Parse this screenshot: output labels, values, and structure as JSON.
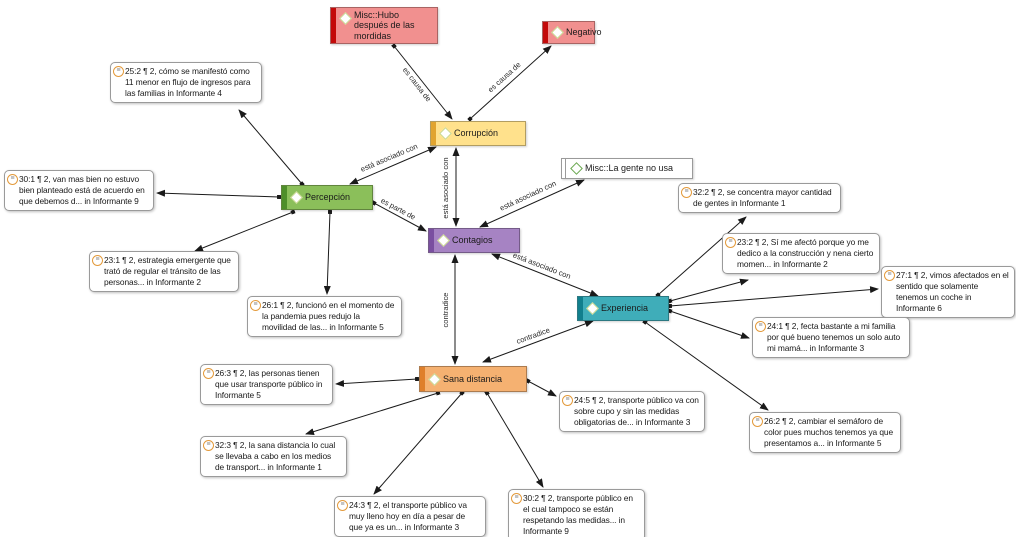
{
  "diagram": {
    "background": "#ffffff",
    "tool_style": "code-quotation network view"
  },
  "nodes": [
    {
      "id": "misc_hubo",
      "label": "Misc::Hubo después de las mordidas",
      "fill": "#f1908f",
      "stripe": "#c30a0a"
    },
    {
      "id": "negativo",
      "label": "Negativo",
      "fill": "#f1908f",
      "stripe": "#c30a0a"
    },
    {
      "id": "corrupcion",
      "label": "Corrupción",
      "fill": "#ffe18c",
      "stripe": "#e1a42f"
    },
    {
      "id": "percepcion",
      "label": "Percepción",
      "fill": "#8bbf5a",
      "stripe": "#4e8f2a"
    },
    {
      "id": "contagios",
      "label": "Contagios",
      "fill": "#a683c3",
      "stripe": "#7a4fa0"
    },
    {
      "id": "misc_lagente",
      "label": "Misc::La gente no usa",
      "fill": "#ffffff",
      "stripe": "#ffffff"
    },
    {
      "id": "experiencia",
      "label": "Experiencia",
      "fill": "#3fadb9",
      "stripe": "#117f8d"
    },
    {
      "id": "sana",
      "label": "Sana distancia",
      "fill": "#f5b171",
      "stripe": "#df7f2b"
    }
  ],
  "quotations": [
    {
      "id": "q25_2",
      "text": "25:2 ¶ 2, cómo se manifestó como 11 menor en flujo de ingresos para las familias in Informante 4"
    },
    {
      "id": "q30_1",
      "text": "30:1 ¶ 2, van mas bien no estuvo bien planteado está de acuerdo en que debemos d... in Informante 9"
    },
    {
      "id": "q23_1",
      "text": "23:1 ¶ 2, estrategia emergente que trató de regular el tránsito de las personas... in Informante 2"
    },
    {
      "id": "q26_1",
      "text": "26:1 ¶ 2, funcionó en el momento de la pandemia pues redujo la movilidad de las... in Informante 5"
    },
    {
      "id": "q32_2",
      "text": "32:2 ¶ 2, se concentra mayor cantidad de gentes in Informante 1"
    },
    {
      "id": "q23_2",
      "text": "23:2 ¶ 2, Sí me afectó porque yo me dedico a la construcción y nena cierto momen... in Informante 2"
    },
    {
      "id": "q27_1",
      "text": "27:1 ¶ 2, vimos afectados en el sentido que solamente tenemos un coche in Informante 6"
    },
    {
      "id": "q24_1",
      "text": "24:1 ¶ 2, fecta bastante a mi familia por qué bueno tenemos un solo auto mi mamá... in Informante 3"
    },
    {
      "id": "q26_2",
      "text": "26:2 ¶ 2, cambiar el semáforo de color pues muchos tenemos ya que presentamos a... in Informante 5"
    },
    {
      "id": "q26_3",
      "text": "26:3 ¶ 2, las personas tienen que usar transporte público in Informante 5"
    },
    {
      "id": "q32_3",
      "text": "32:3 ¶ 2, la sana distancia lo cual se llevaba a cabo en los medios de transport... in Informante 1"
    },
    {
      "id": "q24_3",
      "text": "24:3 ¶ 2, el transporte público va muy lleno hoy en día a pesar de que ya es un... in Informante 3"
    },
    {
      "id": "q30_2",
      "text": "30:2 ¶ 2, transporte público en el cual tampoco se están respetando las medidas... in Informante 9"
    },
    {
      "id": "q24_5",
      "text": "24:5 ¶ 2, transporte público va con sobre cupo y sin las medidas obligatorias de... in Informante 3"
    }
  ],
  "edges": [
    {
      "from": "misc_hubo",
      "to": "corrupcion",
      "label": "es causa de"
    },
    {
      "from": "corrupcion",
      "to": "negativo",
      "label": "es causa de"
    },
    {
      "from": "percepcion",
      "to": "corrupcion",
      "label": "está asociado con"
    },
    {
      "from": "corrupcion",
      "to": "contagios",
      "label": "está asociado con"
    },
    {
      "from": "percepcion",
      "to": "contagios",
      "label": "es parte de"
    },
    {
      "from": "contagios",
      "to": "misc_lagente",
      "label": "está asociado con"
    },
    {
      "from": "contagios",
      "to": "experiencia",
      "label": "está asociado con"
    },
    {
      "from": "contagios",
      "to": "sana",
      "label": "contradice"
    },
    {
      "from": "experiencia",
      "to": "sana",
      "label": "contradice"
    }
  ],
  "quote_links": [
    {
      "from": "percepcion",
      "to": "q25_2"
    },
    {
      "from": "percepcion",
      "to": "q30_1"
    },
    {
      "from": "percepcion",
      "to": "q23_1"
    },
    {
      "from": "percepcion",
      "to": "q26_1"
    },
    {
      "from": "experiencia",
      "to": "q32_2"
    },
    {
      "from": "experiencia",
      "to": "q23_2"
    },
    {
      "from": "experiencia",
      "to": "q27_1"
    },
    {
      "from": "experiencia",
      "to": "q24_1"
    },
    {
      "from": "experiencia",
      "to": "q26_2"
    },
    {
      "from": "sana",
      "to": "q26_3"
    },
    {
      "from": "sana",
      "to": "q32_3"
    },
    {
      "from": "sana",
      "to": "q24_3"
    },
    {
      "from": "sana",
      "to": "q30_2"
    },
    {
      "from": "sana",
      "to": "q24_5"
    }
  ]
}
